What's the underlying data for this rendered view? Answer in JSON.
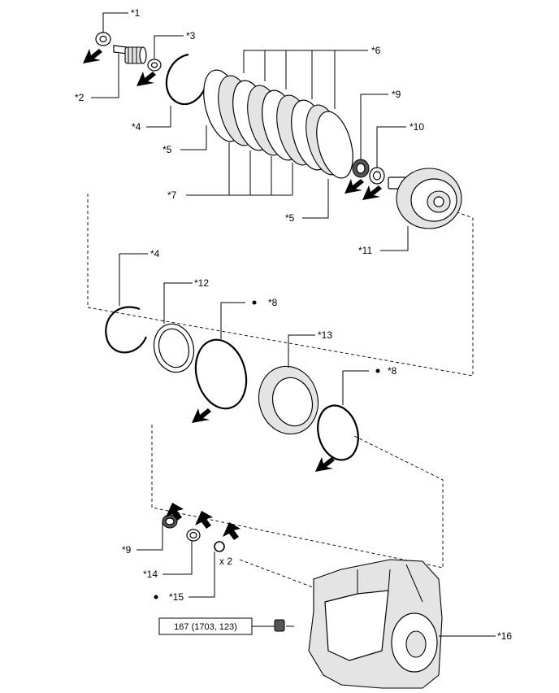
{
  "callouts": {
    "c1": "*1",
    "c2": "*2",
    "c3": "*3",
    "c4a": "*4",
    "c4b": "*4",
    "c5a": "*5",
    "c5b": "*5",
    "c6": "*6",
    "c7": "*7",
    "c8a": "*8",
    "c8b": "*8",
    "c9a": "*9",
    "c9b": "*9",
    "c10": "*10",
    "c11": "*11",
    "c12": "*12",
    "c13": "*13",
    "c14": "*14",
    "c15": "*15",
    "c16": "*16"
  },
  "quantity": "x 2",
  "torque": "167 (1703, 123)",
  "icons": [
    "arrow-icon",
    "bullet-icon"
  ]
}
